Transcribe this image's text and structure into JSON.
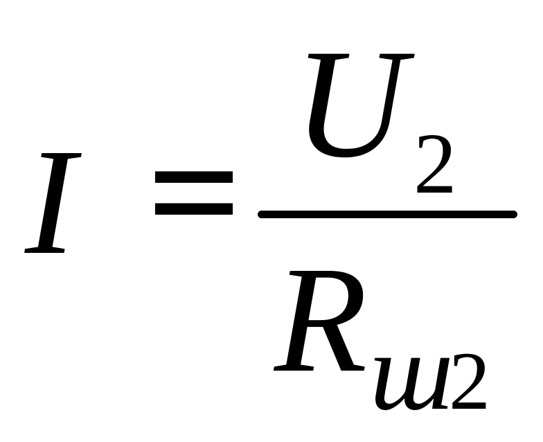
{
  "formula": {
    "lhs": "I",
    "equals": "=",
    "numerator": {
      "symbol": "U",
      "subscript": "2"
    },
    "denominator": {
      "symbol": "R",
      "subscript_letter": "ш",
      "subscript_digit": "2"
    }
  }
}
